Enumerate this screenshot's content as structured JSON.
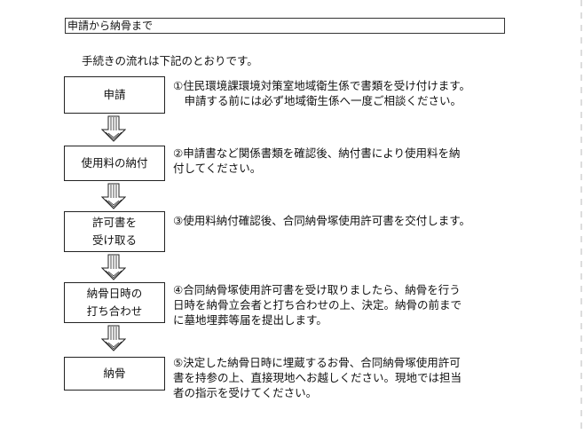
{
  "header": {
    "title": "申請から納骨まで"
  },
  "intro": "手続きの流れは下記のとおりです。",
  "steps": [
    {
      "label": "申請",
      "description": "①住民環境課環境対策室地域衛生係で書類を受け付けます。\n　申請する前には必ず地域衛生係へ一度ご相談ください。"
    },
    {
      "label": "使用料の納付",
      "description": "②申請書など関係書類を確認後、納付書により使用料を納\n付してください。"
    },
    {
      "label": "許可書を\n受け取る",
      "description": "③使用料納付確認後、合同納骨塚使用許可書を交付します。"
    },
    {
      "label": "納骨日時の\n打ち合わせ",
      "description": "④合同納骨塚使用許可書を受け取りましたら、納骨を行う\n日時を納骨立会者と打ち合わせの上、決定。納骨の前まで\nに墓地埋葬等届を提出します。"
    },
    {
      "label": "納骨",
      "description": "⑤決定した納骨日時に埋蔵するお骨、合同納骨塚使用許可\n書を持参の上、直接現地へお越しください。現地では担当\n者の指示を受けてください。"
    }
  ]
}
